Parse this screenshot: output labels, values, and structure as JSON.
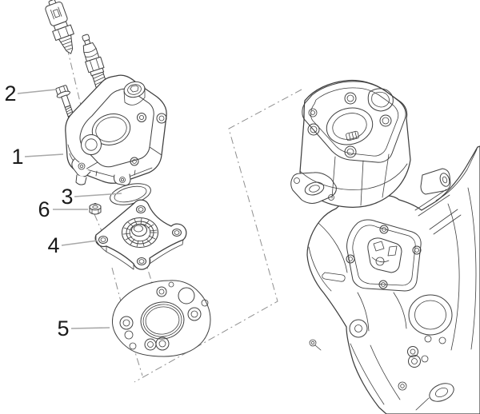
{
  "diagram": {
    "kind": "exploded-parts-diagram",
    "callouts": [
      {
        "number": "1"
      },
      {
        "number": "2"
      },
      {
        "number": "3"
      },
      {
        "number": "4"
      },
      {
        "number": "5"
      },
      {
        "number": "6"
      }
    ]
  },
  "colors": {
    "background": "#ffffff",
    "artwork_line": "#3f3f3f",
    "leader_line": "#a8a8a8",
    "axis_line": "#8f8f8f",
    "callout_label": "#1a1a1a"
  }
}
